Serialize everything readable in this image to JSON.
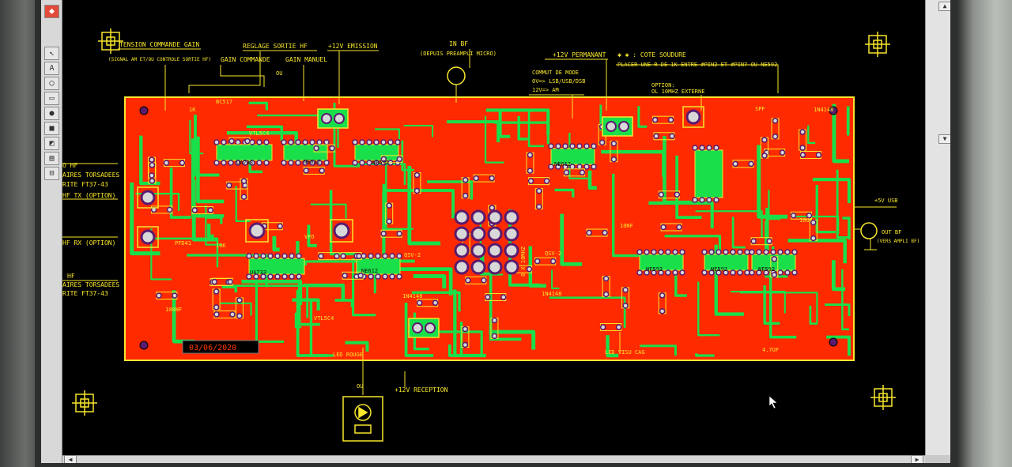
{
  "toolbar": {
    "tools": [
      "⬥",
      "↖",
      "A",
      "◯",
      "▭",
      "●",
      "■",
      "◩",
      "▤",
      "⊟"
    ]
  },
  "board": {
    "annotations": {
      "tension_commande_gain": "TENSION COMMANDE GAIN",
      "signal_am": "(SIGNAL AM ET/OU CONTROLE SORTIE HF)",
      "gain_commande": "GAIN COMMANDE",
      "reglage_sortie_hf": "REGLAGE SORTIE HF",
      "gain_manuel": "GAIN MANUEL",
      "ou_1": "OU",
      "emission": "+12V EMISSION",
      "in_bf": "IN BF",
      "depuis_preampli": "(DEPUIS PREAMPLI MICRO)",
      "permanant": "+12V PERMANANT",
      "cote_soudure": "✱ ✱ : COTE SOUDURE",
      "placer_resistance": "PLACER UNE R DE 1K ENTRE #PIN2 ET #PIN7 OU NE592",
      "commut_mode": "COMMUT DE MODE",
      "mode_ssb": "0V=> LSB/USB/DSB",
      "mode_am": "12V=> AM",
      "option_ol": "OPTION:",
      "ol_externe": "OL 10MHZ EXTERNE",
      "hf_1": "O HF",
      "paires_torsadees_1": "AIRES TORSADEES",
      "ferrite_1": "RITE FT37-43",
      "hf_tx": "HF TX (OPTION)",
      "hf_rx": "HF RX (OPTION)",
      "hf_2": "HF",
      "paires_torsadees_2": "AIRES TORSADEES",
      "ferrite_2": "RITE FT37-43",
      "usb_5v": "+5V USB",
      "out_bf": "OUT BF",
      "vers_ampli": "(VERS AMPLI BF)",
      "reception": "+12V RECEPTION",
      "ou_2": "OU",
      "led_rouge": "LED ROUGE",
      "led_visu": "LED VISU CAG",
      "date": "03/06/2020"
    },
    "components": {
      "bc517": "BC517",
      "ua733_top": "UA733",
      "ua733_bottom": "UA733",
      "ne612_a": "NE612",
      "ne592_a": "NE592",
      "ne612_b": "NE612",
      "ne612_c": "NE612",
      "vtl5c4_top": "VTL5C4",
      "vtl5c4_bottom": "VTL5C4",
      "pfd": "PFD41",
      "vfo": "VFO",
      "qsv_left": "QSV-2",
      "qsv_right": "QSV-2",
      "diode_a": "1N4148",
      "diode_b": "1N4148",
      "diode_c": "1N4148",
      "ne592_b": "NE592",
      "ne592_c": "NE592",
      "ne592_d": "NE592",
      "spf": "SPF",
      "crystals": "8 X 10MHZ",
      "r10k": "10K",
      "r1k": "1K",
      "c100nf": "100NF",
      "c10nf": "10NF",
      "c10uf": "10UF",
      "c47uf": "4.7UF"
    }
  },
  "colors": {
    "board": "#ff2a00",
    "copper": "#19e04a",
    "silk": "#f7e62c",
    "pad": "#d8d8d8",
    "hole": "#5a1a6e"
  }
}
